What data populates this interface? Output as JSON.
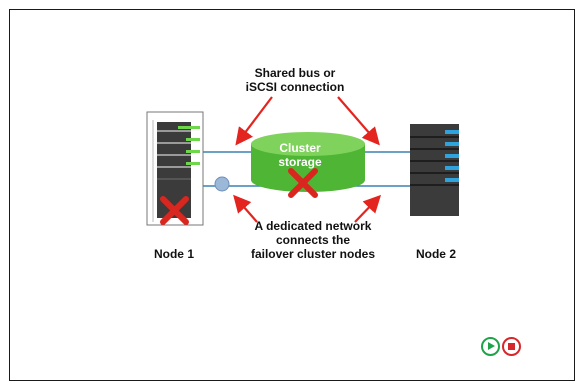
{
  "diagram": {
    "shared_connection_label": [
      "Shared bus or",
      "iSCSI connection"
    ],
    "storage_label": [
      "Cluster",
      "storage"
    ],
    "dedicated_network_label": [
      "A dedicated network",
      "connects the",
      "failover cluster nodes"
    ],
    "node1_label": "Node 1",
    "node2_label": "Node 2"
  },
  "colors": {
    "arrow": "#e3241f",
    "failure_x": "#d9261e",
    "storage": "#5cc13f",
    "server": "#3b3b3b",
    "port_light": "#2fa3dd",
    "green_light": "#6ed64b",
    "link": "#3a82b0"
  },
  "controls": {
    "play_icon": "play-icon",
    "stop_icon": "stop-icon"
  }
}
